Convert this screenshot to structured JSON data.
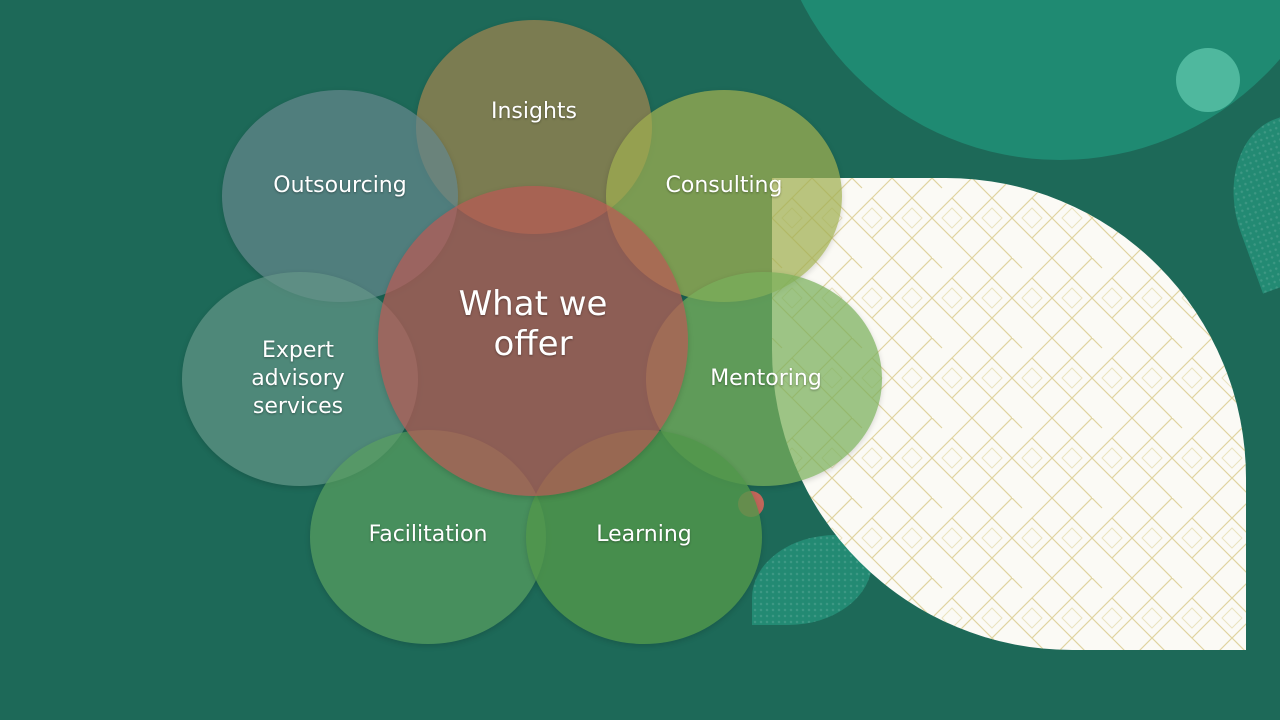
{
  "diagram": {
    "center": "What we offer",
    "petals": {
      "insights": "Insights",
      "outsourcing": "Outsourcing",
      "consulting": "Consulting",
      "expert": "Expert advisory services",
      "mentoring": "Mentoring",
      "facilitation": "Facilitation",
      "learning": "Learning"
    }
  },
  "colors": {
    "background": "#1d6958",
    "accent_teal": "#1f8a72",
    "accent_mint": "#4fb89e",
    "center": "#b95a55",
    "pattern_line": "#d8c98a"
  }
}
